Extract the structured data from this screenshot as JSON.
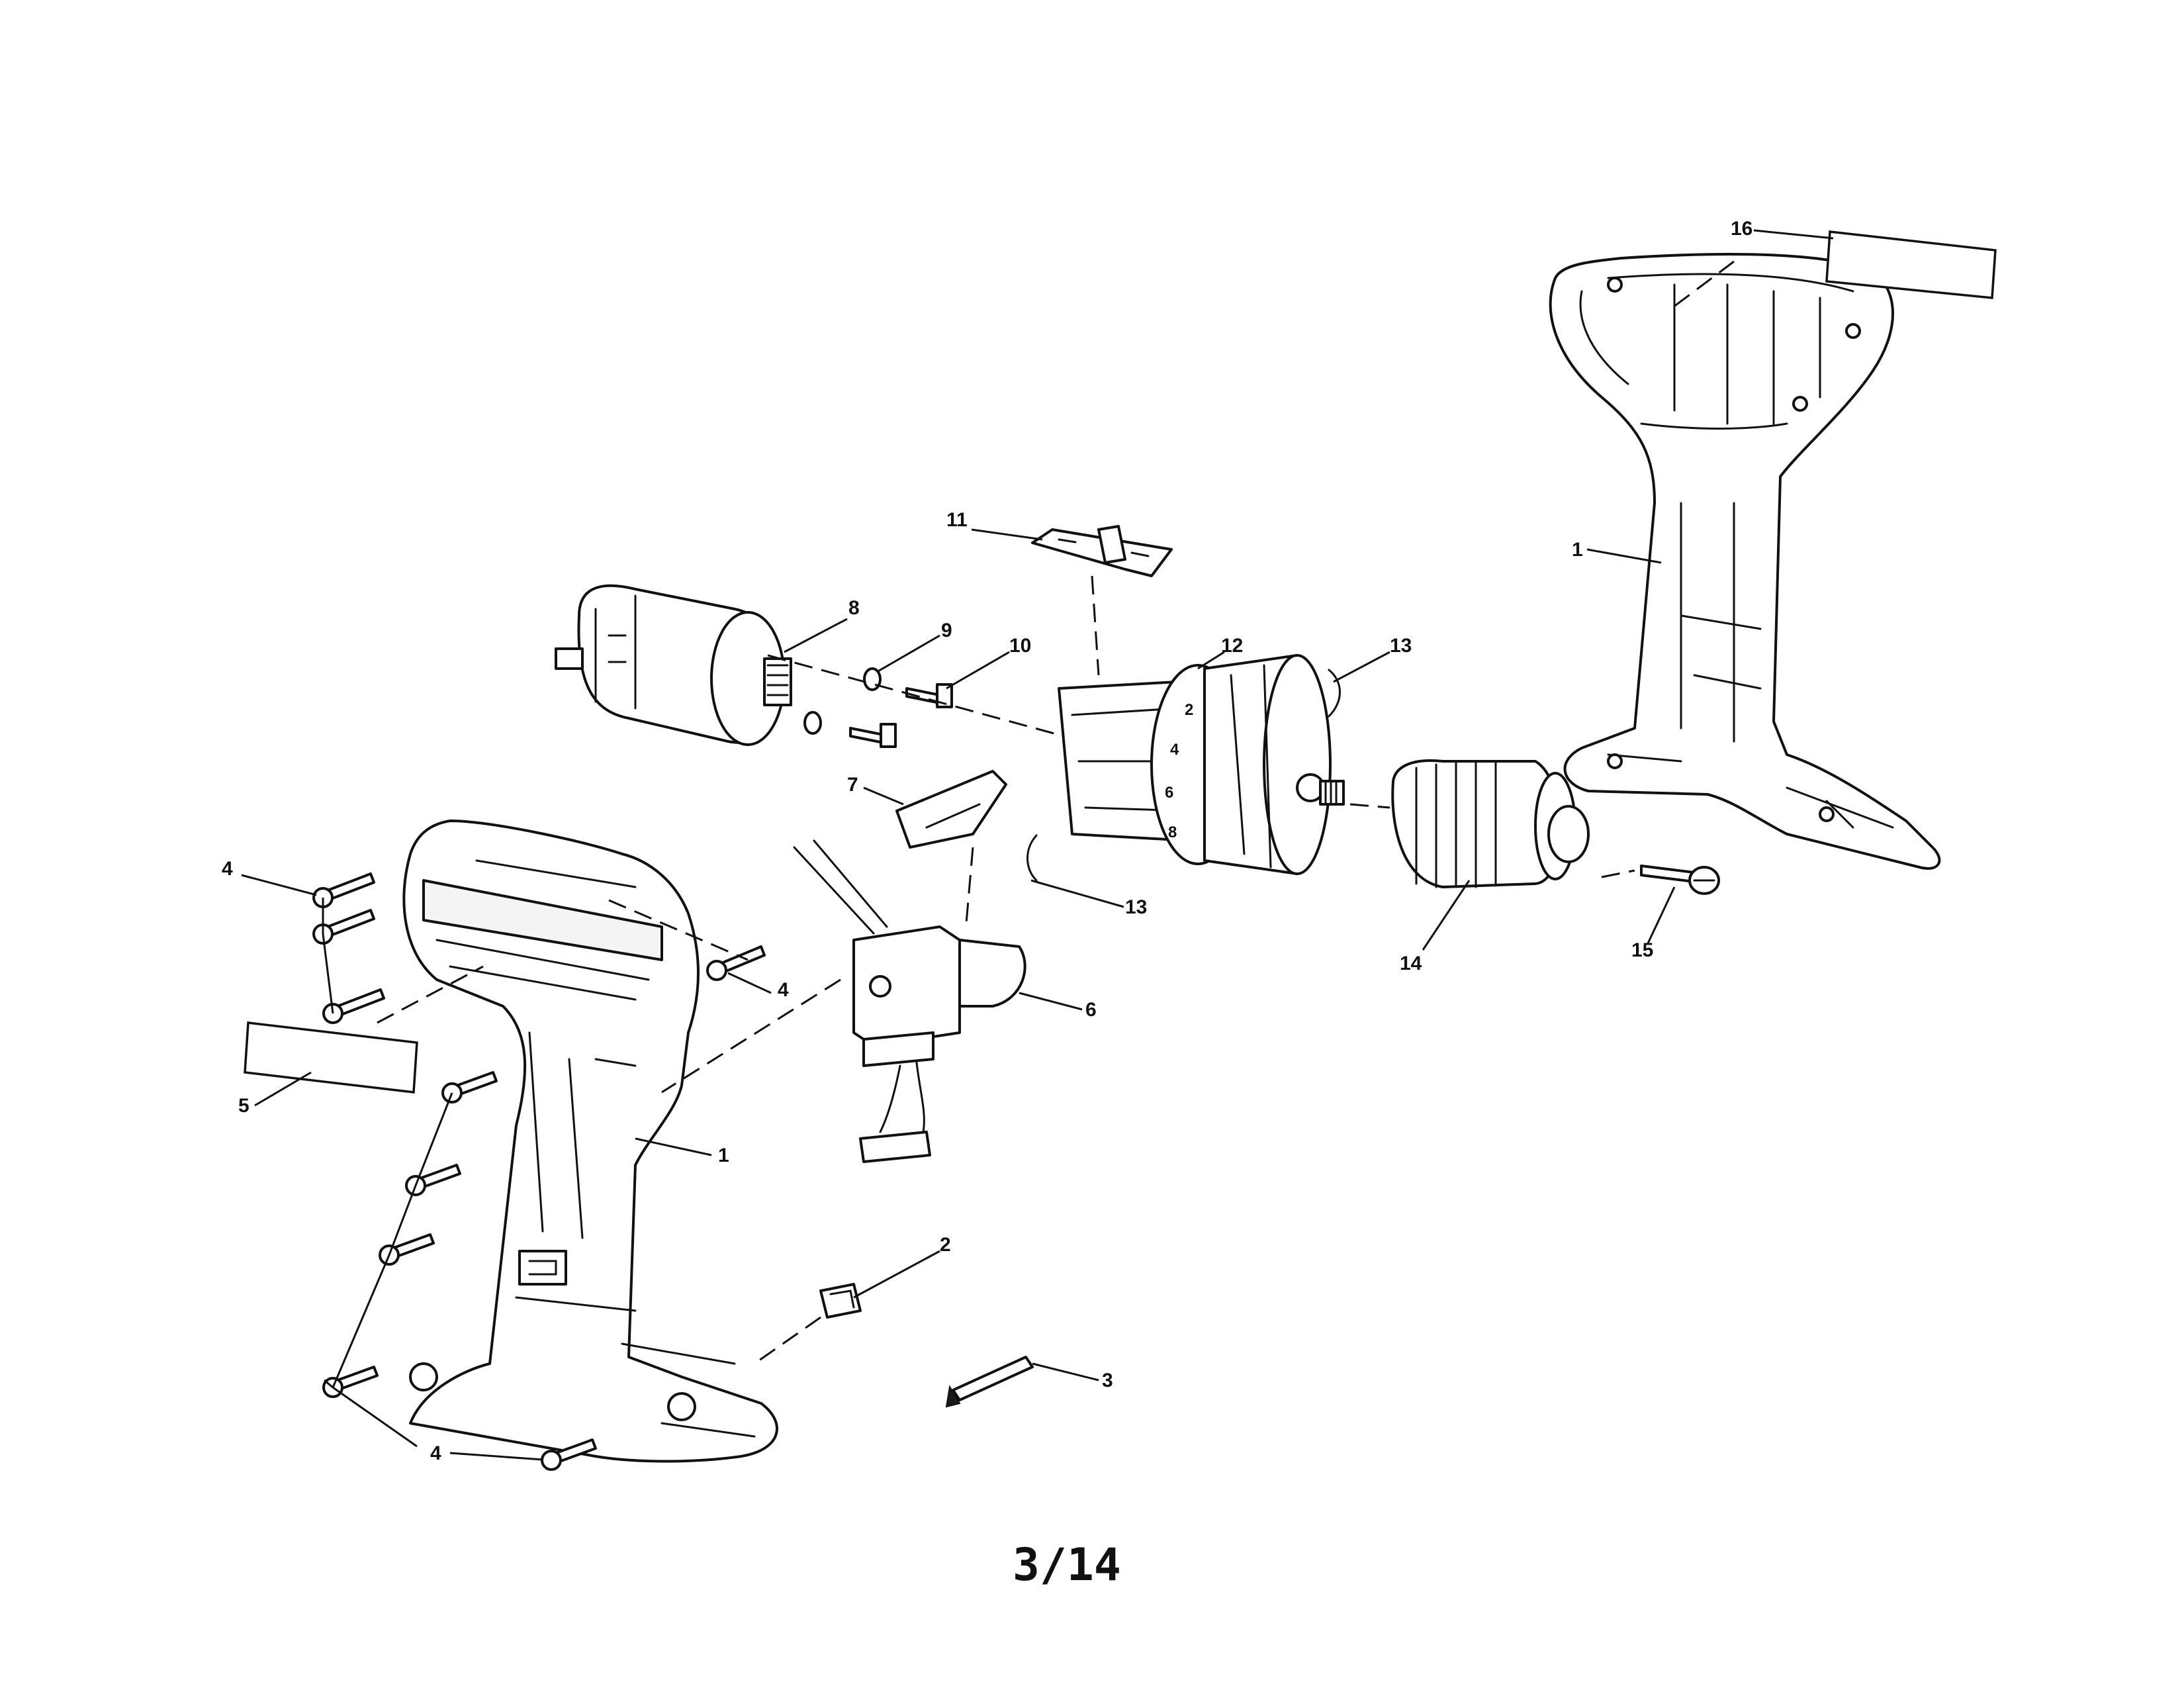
{
  "page_number": "3/14",
  "callouts": [
    {
      "id": "part-1-left-housing",
      "label": "1"
    },
    {
      "id": "part-1-right-housing",
      "label": "1"
    },
    {
      "id": "part-2-clip",
      "label": "2"
    },
    {
      "id": "part-3-bit",
      "label": "3"
    },
    {
      "id": "part-4-screws-upper",
      "label": "4"
    },
    {
      "id": "part-4-screw-rear",
      "label": "4"
    },
    {
      "id": "part-4-screws-lower",
      "label": "4"
    },
    {
      "id": "part-5-label-plate",
      "label": "5"
    },
    {
      "id": "part-6-switch",
      "label": "6"
    },
    {
      "id": "part-7-direction-lever",
      "label": "7"
    },
    {
      "id": "part-8-motor",
      "label": "8"
    },
    {
      "id": "part-9-washer",
      "label": "9"
    },
    {
      "id": "part-10-screw",
      "label": "10"
    },
    {
      "id": "part-11-shift-knob",
      "label": "11"
    },
    {
      "id": "part-12-gearbox",
      "label": "12"
    },
    {
      "id": "part-13-spring-upper",
      "label": "13"
    },
    {
      "id": "part-13-spring-lower",
      "label": "13"
    },
    {
      "id": "part-14-chuck",
      "label": "14"
    },
    {
      "id": "part-15-chuck-screw",
      "label": "15"
    },
    {
      "id": "part-16-label-plate",
      "label": "16"
    }
  ],
  "clutch_dial_numbers": [
    "2",
    "4",
    "6",
    "8"
  ]
}
